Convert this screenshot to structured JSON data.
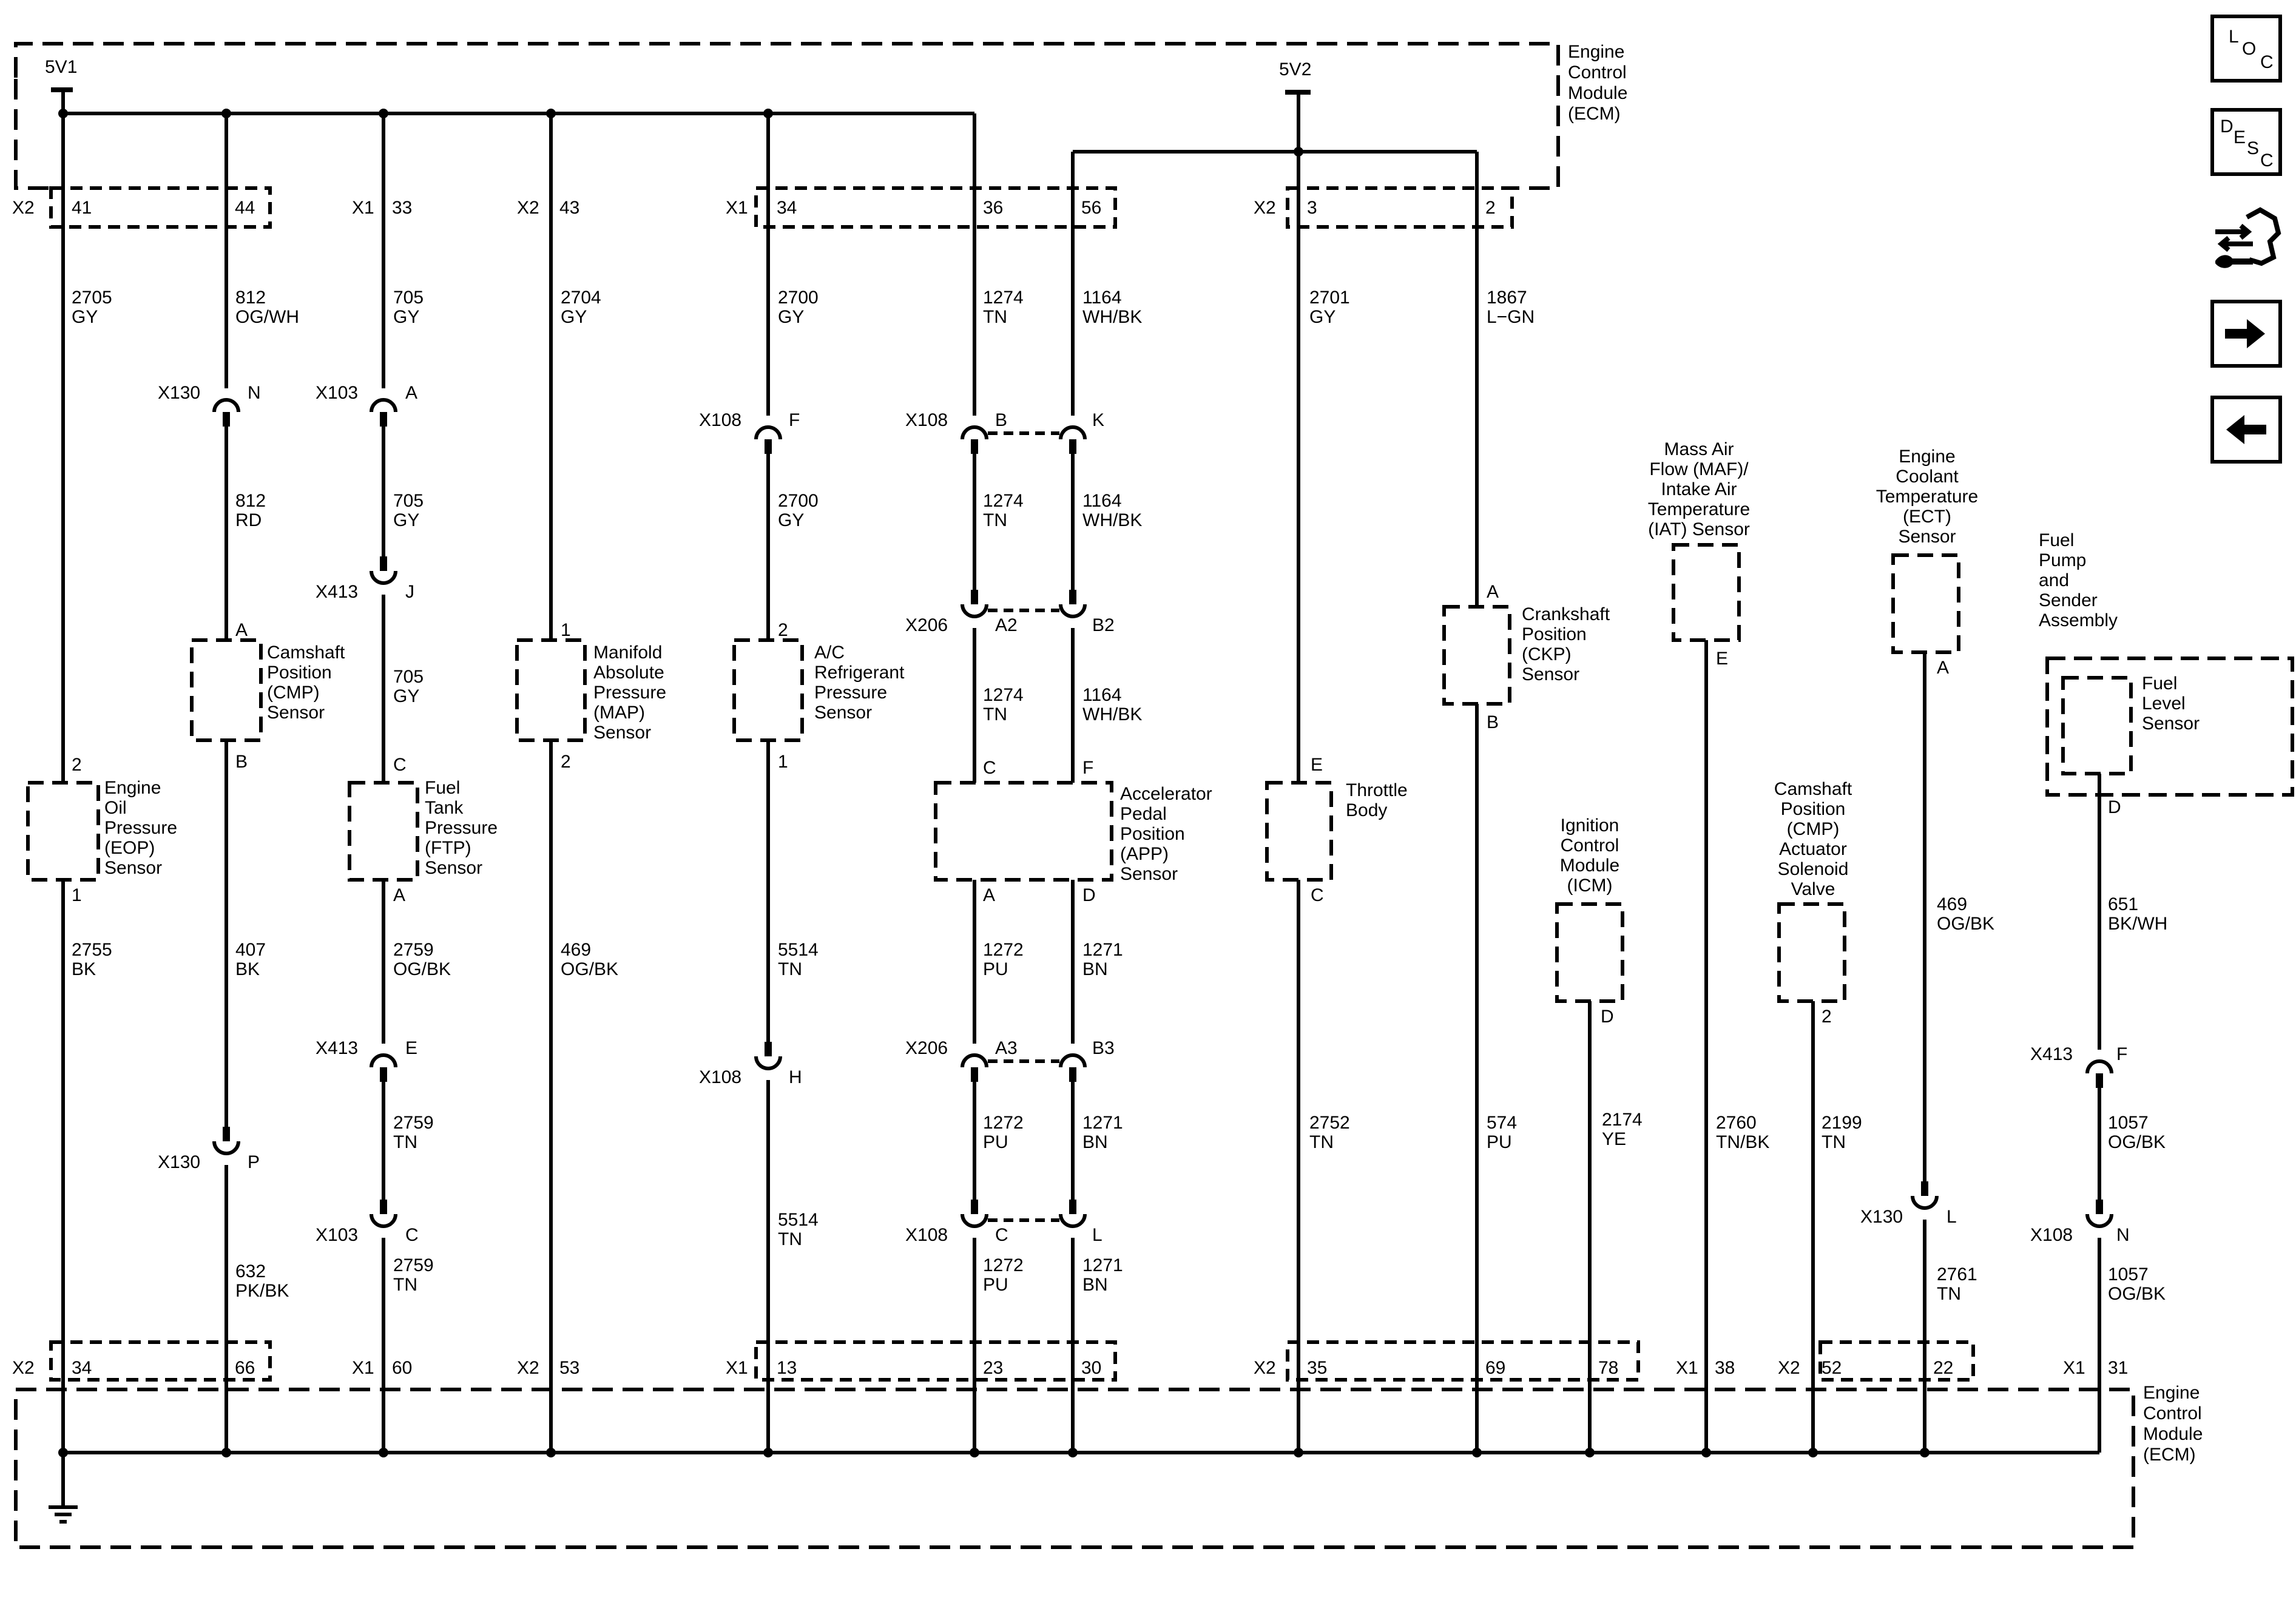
{
  "ecm": {
    "name": "Engine Control Module (ECM)",
    "lines": [
      "Engine",
      "Control",
      "Module",
      "(ECM)"
    ]
  },
  "supplies": [
    {
      "id": "5v1",
      "label": "5V1"
    },
    {
      "id": "5v2",
      "label": "5V2"
    }
  ],
  "top_connector_pins": [
    {
      "conn": "X2",
      "pin": "41",
      "show_conn": true
    },
    {
      "pin": "44"
    },
    {
      "conn": "X1",
      "pin": "33",
      "show_conn": true
    },
    {
      "conn": "X2",
      "pin": "43",
      "show_conn": true
    },
    {
      "conn": "X1",
      "pin": "34",
      "show_conn": true
    },
    {
      "pin": "36"
    },
    {
      "pin": "56"
    },
    {
      "conn": "X2",
      "pin": "3",
      "show_conn": true
    },
    {
      "pin": "2"
    }
  ],
  "bottom_connector_pins": [
    {
      "conn": "X2",
      "pin": "34",
      "show_conn": true
    },
    {
      "pin": "66"
    },
    {
      "conn": "X1",
      "pin": "60",
      "show_conn": true
    },
    {
      "conn": "X2",
      "pin": "53",
      "show_conn": true
    },
    {
      "conn": "X1",
      "pin": "13",
      "show_conn": true
    },
    {
      "pin": "23"
    },
    {
      "pin": "30"
    },
    {
      "conn": "X2",
      "pin": "35",
      "show_conn": true
    },
    {
      "pin": "69"
    },
    {
      "pin": "78"
    },
    {
      "conn": "X1",
      "pin": "38",
      "show_conn": true
    },
    {
      "conn": "X2",
      "pin": "52",
      "show_conn": true
    },
    {
      "pin": "22"
    },
    {
      "conn": "X1",
      "pin": "31",
      "show_conn": true
    }
  ],
  "wires": [
    {
      "circuit": "2705",
      "color": "GY"
    },
    {
      "circuit": "2755",
      "color": "BK"
    },
    {
      "circuit": "812",
      "color": "OG/WH"
    },
    {
      "circuit": "812",
      "color": "RD"
    },
    {
      "circuit": "407",
      "color": "BK"
    },
    {
      "circuit": "632",
      "color": "PK/BK"
    },
    {
      "circuit": "705",
      "color": "GY"
    },
    {
      "circuit": "705",
      "color": "GY"
    },
    {
      "circuit": "705",
      "color": "GY"
    },
    {
      "circuit": "2759",
      "color": "OG/BK"
    },
    {
      "circuit": "2759",
      "color": "TN"
    },
    {
      "circuit": "2759",
      "color": "TN"
    },
    {
      "circuit": "2704",
      "color": "GY"
    },
    {
      "circuit": "469",
      "color": "OG/BK"
    },
    {
      "circuit": "2700",
      "color": "GY"
    },
    {
      "circuit": "2700",
      "color": "GY"
    },
    {
      "circuit": "5514",
      "color": "TN"
    },
    {
      "circuit": "5514",
      "color": "TN"
    },
    {
      "circuit": "1274",
      "color": "TN"
    },
    {
      "circuit": "1274",
      "color": "TN"
    },
    {
      "circuit": "1274",
      "color": "TN"
    },
    {
      "circuit": "1272",
      "color": "PU"
    },
    {
      "circuit": "1272",
      "color": "PU"
    },
    {
      "circuit": "1272",
      "color": "PU"
    },
    {
      "circuit": "1164",
      "color": "WH/BK"
    },
    {
      "circuit": "1164",
      "color": "WH/BK"
    },
    {
      "circuit": "1164",
      "color": "WH/BK"
    },
    {
      "circuit": "1271",
      "color": "BN"
    },
    {
      "circuit": "1271",
      "color": "BN"
    },
    {
      "circuit": "1271",
      "color": "BN"
    },
    {
      "circuit": "2701",
      "color": "GY"
    },
    {
      "circuit": "2752",
      "color": "TN"
    },
    {
      "circuit": "1867",
      "color": "L−GN"
    },
    {
      "circuit": "574",
      "color": "PU"
    },
    {
      "circuit": "2174",
      "color": "YE"
    },
    {
      "circuit": "2760",
      "color": "TN/BK"
    },
    {
      "circuit": "2199",
      "color": "TN"
    },
    {
      "circuit": "469",
      "color": "OG/BK"
    },
    {
      "circuit": "2761",
      "color": "TN"
    },
    {
      "circuit": "651",
      "color": "BK/WH"
    },
    {
      "circuit": "1057",
      "color": "OG/BK"
    },
    {
      "circuit": "1057",
      "color": "OG/BK"
    }
  ],
  "inline_connectors": [
    {
      "id": "X130",
      "cav": "N"
    },
    {
      "id": "X130",
      "cav": "P"
    },
    {
      "id": "X103",
      "cav": "A"
    },
    {
      "id": "X413",
      "cav": "J"
    },
    {
      "id": "X413",
      "cav": "E"
    },
    {
      "id": "X103",
      "cav": "C"
    },
    {
      "id": "X108",
      "cav": "F"
    },
    {
      "id": "X108",
      "cav": "H"
    },
    {
      "id": "X108",
      "cav": "B"
    },
    {
      "cav": "K"
    },
    {
      "id": "X206",
      "cav": "A2"
    },
    {
      "cav": "B2"
    },
    {
      "id": "X206",
      "cav": "A3"
    },
    {
      "cav": "B3"
    },
    {
      "id": "X108",
      "cav": "C"
    },
    {
      "cav": "L"
    },
    {
      "id": "X130",
      "cav": "L"
    },
    {
      "id": "X413",
      "cav": "F"
    },
    {
      "id": "X108",
      "cav": "N"
    }
  ],
  "components": [
    {
      "id": "eop",
      "lines": [
        "Engine",
        "Oil",
        "Pressure",
        "(EOP)",
        "Sensor"
      ],
      "pins": [
        "2",
        "1"
      ]
    },
    {
      "id": "cmp",
      "lines": [
        "Camshaft",
        "Position",
        "(CMP)",
        "Sensor"
      ],
      "pins": [
        "A",
        "B"
      ]
    },
    {
      "id": "ftp",
      "lines": [
        "Fuel",
        "Tank",
        "Pressure",
        "(FTP)",
        "Sensor"
      ],
      "pins": [
        "C",
        "A"
      ]
    },
    {
      "id": "map",
      "lines": [
        "Manifold",
        "Absolute",
        "Pressure",
        "(MAP)",
        "Sensor"
      ],
      "pins": [
        "1",
        "2"
      ]
    },
    {
      "id": "acr",
      "lines": [
        "A/C",
        "Refrigerant",
        "Pressure",
        "Sensor"
      ],
      "pins": [
        "2",
        "1"
      ]
    },
    {
      "id": "app",
      "lines": [
        "Accelerator",
        "Pedal",
        "Position",
        "(APP)",
        "Sensor"
      ],
      "pins": [
        "C",
        "F",
        "A",
        "D"
      ]
    },
    {
      "id": "tb",
      "lines": [
        "Throttle",
        "Body"
      ],
      "pins": [
        "E",
        "C"
      ]
    },
    {
      "id": "ckp",
      "lines": [
        "Crankshaft",
        "Position",
        "(CKP)",
        "Sensor"
      ],
      "pins": [
        "A",
        "B"
      ]
    },
    {
      "id": "icm",
      "lines": [
        "Ignition",
        "Control",
        "Module",
        "(ICM)"
      ],
      "pins": [
        "D"
      ]
    },
    {
      "id": "maf",
      "lines": [
        "Mass Air",
        "Flow (MAF)/",
        "Intake Air",
        "Temperature",
        "(IAT) Sensor"
      ],
      "pins": [
        "E"
      ]
    },
    {
      "id": "cmpa",
      "lines": [
        "Camshaft",
        "Position",
        "(CMP)",
        "Actuator",
        "Solenoid",
        "Valve"
      ],
      "pins": [
        "2"
      ]
    },
    {
      "id": "ect",
      "lines": [
        "Engine",
        "Coolant",
        "Temperature",
        "(ECT)",
        "Sensor"
      ],
      "pins": [
        "A"
      ]
    },
    {
      "id": "fpa",
      "lines": [
        "Fuel",
        "Pump",
        "and",
        "Sender",
        "Assembly"
      ]
    },
    {
      "id": "fls",
      "lines": [
        "Fuel",
        "Level",
        "Sensor"
      ],
      "pins": [
        "D"
      ]
    }
  ],
  "nav": {
    "loc": {
      "l": "L",
      "o": "O",
      "c": "C"
    },
    "desc": {
      "d": "D",
      "e": "E",
      "s": "S",
      "c": "C"
    },
    "icons": [
      "connector-tool-icon",
      "arrow-right-icon",
      "arrow-left-icon"
    ]
  }
}
